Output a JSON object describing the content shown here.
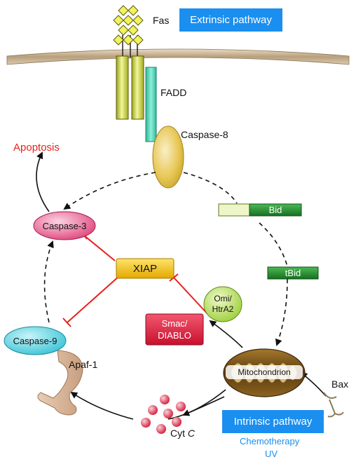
{
  "labels": {
    "fas": "Fas",
    "extrinsic": "Extrinsic pathway",
    "fadd": "FADD",
    "caspase8": "Caspase-8",
    "apoptosis": "Apoptosis",
    "bid": "Bid",
    "caspase3": "Caspase-3",
    "xiap": "XIAP",
    "tbid": "tBid",
    "omi": "Omi/\nHtrA2",
    "smac": "Smac/\nDIABLO",
    "caspase9": "Caspase-9",
    "apaf1": "Apaf-1",
    "mitochondrion": "Mitochondrion",
    "bax": "Bax",
    "cytc_prefix": "Cyt ",
    "cytc_italic": "C",
    "intrinsic": "Intrinsic pathway",
    "chemotherapy": "Chemotherapy",
    "uv": "UV"
  },
  "colors": {
    "pathway_box": "#1a8ff0",
    "apoptosis_text": "#e8201a",
    "inhibition_line": "#e8201a",
    "xiap_box": "#f3c200",
    "smac_box": "#e8203a",
    "bid_dark": "#1f8a2a",
    "bid_light": "#eef5c8",
    "stimulus_text": "#1a8ff0"
  }
}
